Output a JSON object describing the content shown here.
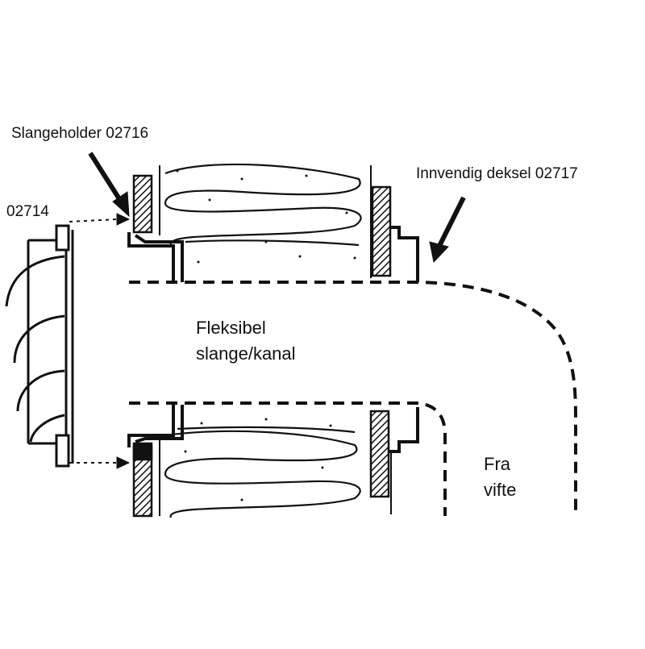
{
  "labels": {
    "slangeholder": "Slangeholder 02716",
    "part_02714": "02714",
    "innvendig_deksel": "Innvendig deksel 02717",
    "fleksibel_line1": "Fleksibel",
    "fleksibel_line2": "slange/kanal",
    "fra_line1": "Fra",
    "fra_line2": "vifte"
  },
  "colors": {
    "ink": "#111111",
    "background": "#ffffff"
  }
}
